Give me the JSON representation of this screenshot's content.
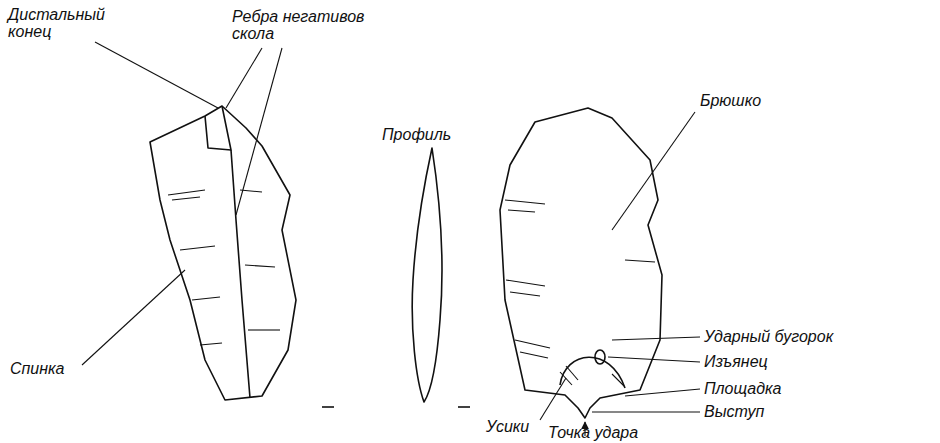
{
  "diagram": {
    "labels": [
      "Дистальный конец",
      "Ребра негативов скола",
      "Профиль",
      "Спинка",
      "Брюшко",
      "Ударный бугорок",
      "Изъянец",
      "Площадка",
      "Выступ",
      "Усики",
      "Точка удара"
    ]
  }
}
